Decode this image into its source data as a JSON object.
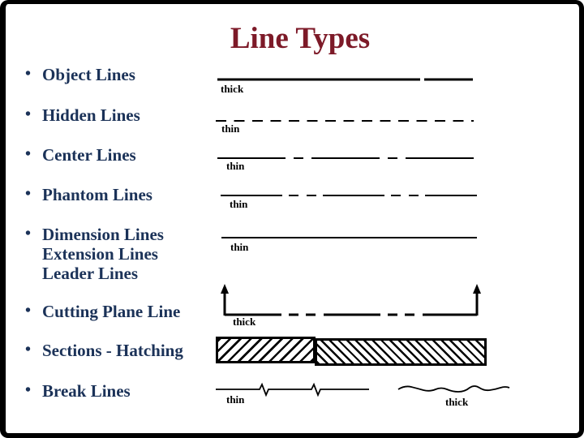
{
  "slide": {
    "title": "Line Types",
    "bullet_char": "•",
    "colors": {
      "title": "#7d1a28",
      "bullet_text": "#1b3258",
      "line": "#000000"
    },
    "bullets": [
      {
        "lines": [
          "Object Lines"
        ]
      },
      {
        "lines": [
          "Hidden Lines"
        ]
      },
      {
        "lines": [
          "Center Lines"
        ]
      },
      {
        "lines": [
          "Phantom Lines"
        ]
      },
      {
        "lines": [
          "Dimension Lines",
          "Extension Lines",
          "Leader Lines"
        ]
      },
      {
        "lines": [
          "Cutting Plane Line"
        ]
      },
      {
        "lines": [
          "Sections - Hatching"
        ]
      },
      {
        "lines": [
          "Break Lines"
        ]
      }
    ],
    "examples": {
      "object_line": {
        "weight_label": "thick"
      },
      "hidden_line": {
        "weight_label": "thin"
      },
      "center_line": {
        "weight_label": "thin"
      },
      "phantom_line": {
        "weight_label": "thin"
      },
      "dimension_line": {
        "weight_label": "thin"
      },
      "cutting_plane_line": {
        "weight_label": "thick"
      },
      "break_line_thin": {
        "weight_label": "thin"
      },
      "break_line_thick": {
        "weight_label": "thick"
      }
    }
  }
}
